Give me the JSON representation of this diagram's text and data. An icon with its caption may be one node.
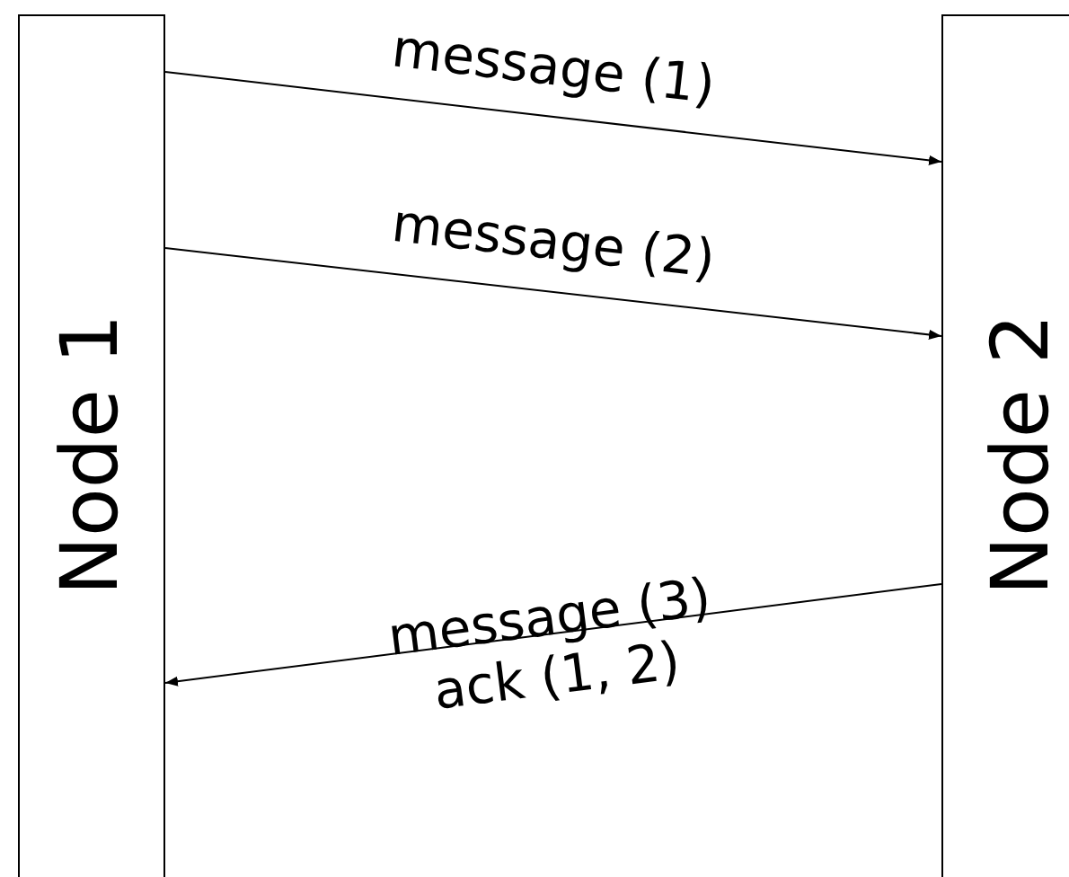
{
  "diagram": {
    "nodes": [
      {
        "text": [
          "Node 1"
        ]
      },
      {
        "text": [
          "Node 2"
        ]
      }
    ],
    "edges": [
      {
        "from": 0,
        "to": 1,
        "arrow": "to",
        "label": "message (1)"
      },
      {
        "from": 0,
        "to": 1,
        "arrow": "to",
        "label": "message (2)"
      },
      {
        "from": 1,
        "to": 0,
        "arrow": "to",
        "label": "message (3) ack (1, 2)"
      }
    ]
  }
}
